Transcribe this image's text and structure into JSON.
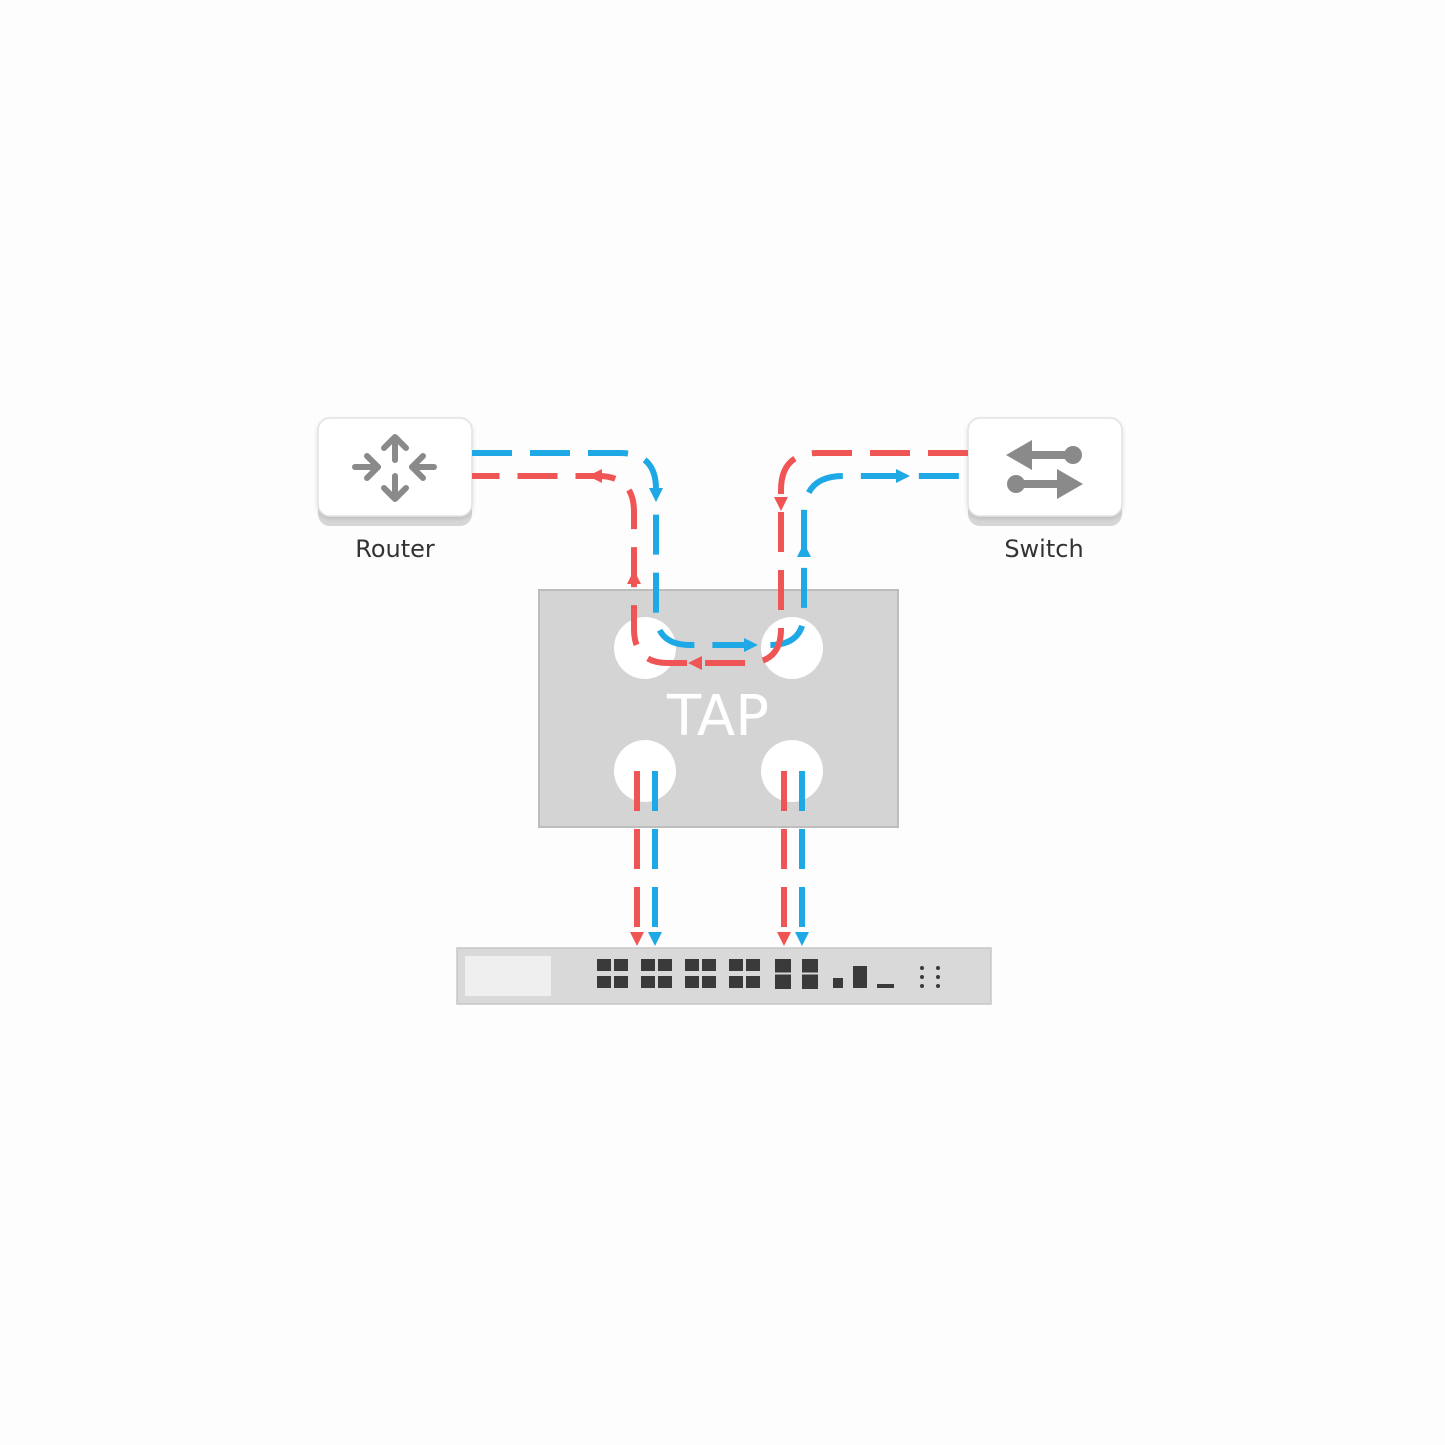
{
  "nodes": {
    "router": {
      "label": "Router",
      "icon": "router-icon"
    },
    "switch": {
      "label": "Switch",
      "icon": "switch-arrows-icon"
    },
    "tap": {
      "label": "TAP"
    },
    "monitor": {
      "icon": "network-switch-device-icon"
    }
  },
  "colors": {
    "red": "#f05555",
    "blue": "#1fa8e6",
    "icon_gray": "#8a8a8a",
    "tap_gray": "#d4d4d4",
    "tap_border": "#bdbdbd"
  },
  "links": [
    {
      "name": "router-to-switch-blue-path",
      "color": "blue",
      "direction": "router-to-switch"
    },
    {
      "name": "switch-to-router-red-path",
      "color": "red",
      "direction": "switch-to-router"
    },
    {
      "name": "tap-monitor-port-a-red",
      "color": "red",
      "direction": "tap-to-monitor"
    },
    {
      "name": "tap-monitor-port-a-blue",
      "color": "blue",
      "direction": "tap-to-monitor"
    },
    {
      "name": "tap-monitor-port-b-red",
      "color": "red",
      "direction": "tap-to-monitor"
    },
    {
      "name": "tap-monitor-port-b-blue",
      "color": "blue",
      "direction": "tap-to-monitor"
    }
  ]
}
